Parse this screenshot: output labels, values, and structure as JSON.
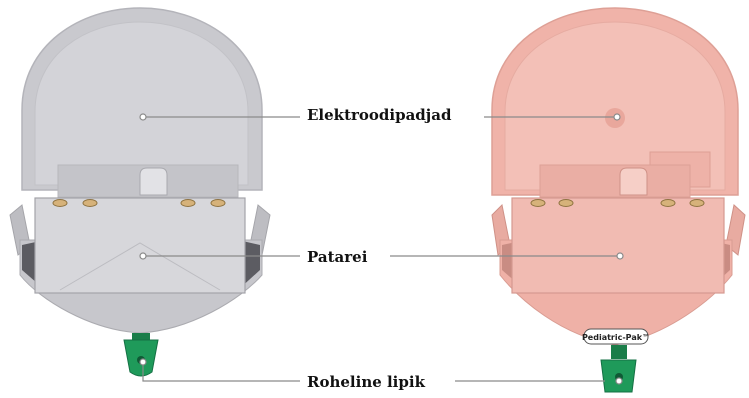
{
  "labels": {
    "electrode_pads": "Elektroodipadjad",
    "battery": "Patarei",
    "green_tab": "Roheline lipik"
  },
  "badge": {
    "pediatric": "Pediatric-Pak™"
  },
  "colors": {
    "adult_cartridge": "#cfcfd4",
    "pediatric_cartridge": "#f2b7ad",
    "tab_green": "#1f9a5a",
    "leader_line": "#8a8a8a"
  }
}
